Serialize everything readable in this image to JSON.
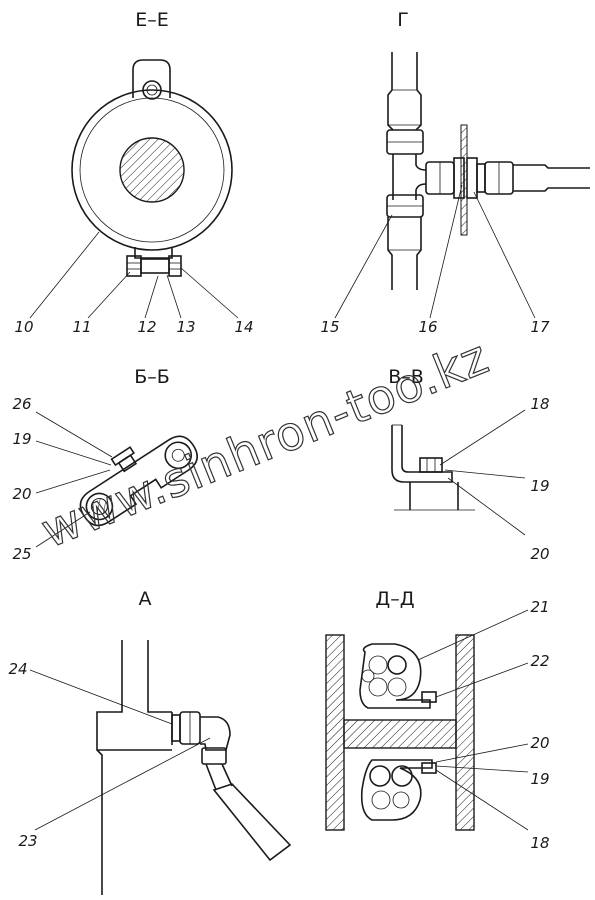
{
  "views": [
    {
      "id": "ee",
      "title": "Е–Е"
    },
    {
      "id": "g",
      "title": "Г"
    },
    {
      "id": "bb",
      "title": "Б–Б"
    },
    {
      "id": "vv",
      "title": "В–В"
    },
    {
      "id": "a",
      "title": "А"
    },
    {
      "id": "dd",
      "title": "Д–Д"
    }
  ],
  "callouts": {
    "c10": "10",
    "c11": "11",
    "c12": "12",
    "c13": "13",
    "c14": "14",
    "c15": "15",
    "c16": "16",
    "c17": "17",
    "c26": "26",
    "c19a": "19",
    "c20a": "20",
    "c25": "25",
    "c18a": "18",
    "c19b": "19",
    "c20b": "20",
    "c24": "24",
    "c23": "23",
    "c21": "21",
    "c22": "22",
    "c20c": "20",
    "c19c": "19",
    "c18b": "18"
  },
  "watermark": "www.sinhron-too.kz"
}
